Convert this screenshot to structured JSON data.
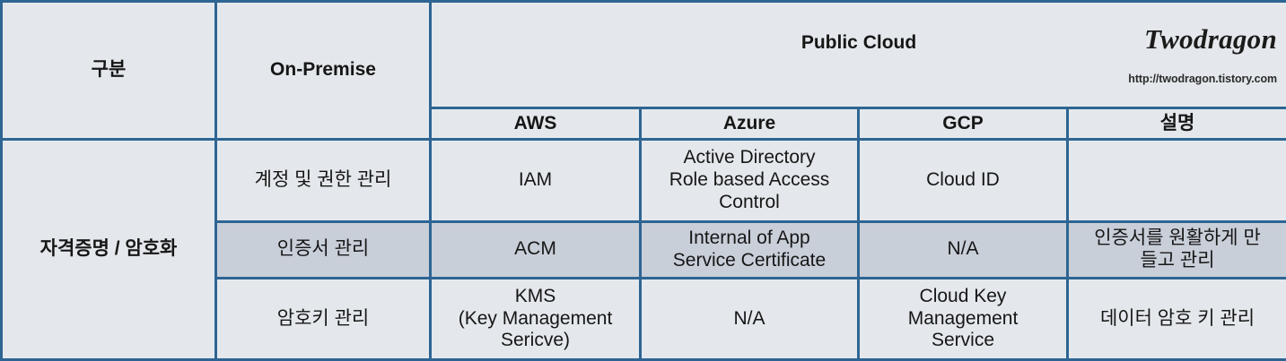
{
  "document": {
    "type": "comparison-table",
    "title_visible": false
  },
  "watermark": {
    "name": "Twodragon",
    "url": "http://twodragon.tistory.com"
  },
  "table": {
    "header": {
      "col_category": "구분",
      "col_onpremise": "On-Premise",
      "group_public_cloud": "Public Cloud",
      "sub_headers": [
        "AWS",
        "Azure",
        "GCP",
        "설명"
      ]
    },
    "category_label": "자격증명 / 암호화",
    "rows": [
      {
        "item": "계정 및 권한 관리",
        "aws": "IAM",
        "azure": "Active Directory\nRole based Access\nControl",
        "gcp": "Cloud ID",
        "desc": "",
        "shaded": false
      },
      {
        "item": "인증서 관리",
        "aws": "ACM",
        "azure": "Internal of App\nService Certificate",
        "gcp": "N/A",
        "desc": "인증서를 원활하게 만\n들고 관리",
        "shaded": true
      },
      {
        "item": "암호키 관리",
        "aws": "KMS\n(Key Management\nSericve)",
        "azure": "N/A",
        "gcp": "Cloud Key\nManagement\nService",
        "desc": "데이터 암호 키 관리",
        "shaded": false
      }
    ]
  },
  "colors": {
    "cell_light": "#e4e8ec",
    "cell_shaded": "#c9cfd9",
    "grid_blue": "#2e6593",
    "frame_black": "#000000",
    "text": "#161616"
  }
}
